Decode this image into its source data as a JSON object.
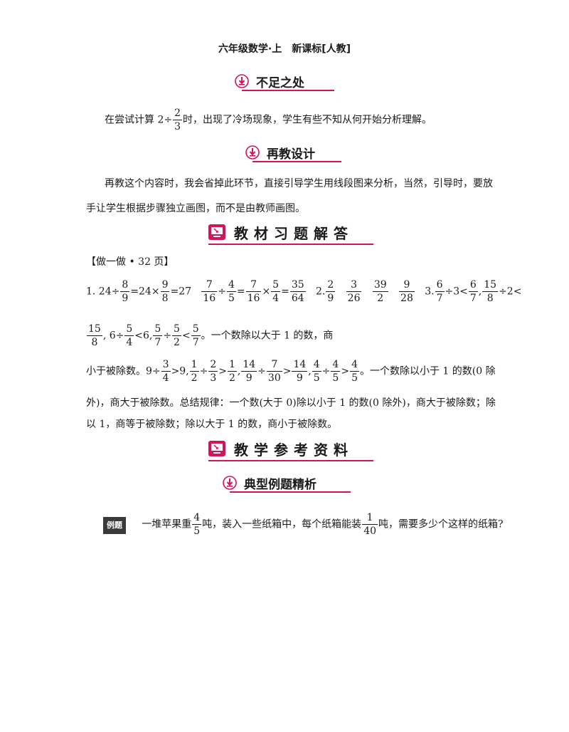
{
  "header": {
    "title": "六年级数学·上　新课标[人教]"
  },
  "sections": {
    "shortcoming": {
      "title": "不足之处"
    },
    "reteach": {
      "title": "再教设计"
    },
    "answers": {
      "title": "教材习题解答"
    },
    "reference": {
      "title": "教学参考资料"
    },
    "example_analysis": {
      "title": "典型例题精析"
    }
  },
  "shortcoming_text": {
    "before": "在尝试计算 2÷",
    "frac_n": "2",
    "frac_d": "3",
    "after": "时，出现了冷场现象，学生有些不知从何开始分析理解。"
  },
  "reteach_text": {
    "line1": "再教这个内容时，我会省掉此环节，直接引导学生用线段图来分析，当然，引导时，要放",
    "line2": "手让学生根据步骤独立画图，而不是由教师画图。"
  },
  "answers": {
    "label": "【做一做 • 32 页】",
    "l1": {
      "p1": "1. 24÷",
      "f1n": "8",
      "f1d": "9",
      "p2": "=24×",
      "f2n": "9",
      "f2d": "8",
      "p3": "=27",
      "f3n": "7",
      "f3d": "16",
      "p4": "÷",
      "f4n": "4",
      "f4d": "5",
      "p5": "=",
      "f5n": "7",
      "f5d": "16",
      "p6": "×",
      "f6n": "5",
      "f6d": "4",
      "p7": "=",
      "f7n": "35",
      "f7d": "64",
      "p8": "2.",
      "f8n": "2",
      "f8d": "9",
      "f9n": "3",
      "f9d": "26",
      "f10n": "39",
      "f10d": "2",
      "f11n": "9",
      "f11d": "28",
      "p9": "3.",
      "f12n": "6",
      "f12d": "7",
      "p10": "÷3<",
      "f13n": "6",
      "f13d": "7",
      "p11": ",",
      "f14n": "15",
      "f14d": "8",
      "p12": "÷2<"
    },
    "l2": {
      "f1n": "15",
      "f1d": "8",
      "p1": ", 6÷",
      "f2n": "5",
      "f2d": "4",
      "p2": "<6,",
      "f3n": "5",
      "f3d": "7",
      "p3": "÷",
      "f4n": "5",
      "f4d": "2",
      "p4": "<",
      "f5n": "5",
      "f5d": "7",
      "p5": "。一个数除以大于 1 的数，商"
    },
    "l3": {
      "p1": "小于被除数。9÷",
      "f1n": "3",
      "f1d": "4",
      "p2": ">9,",
      "f2n": "1",
      "f2d": "2",
      "p3": "÷",
      "f3n": "2",
      "f3d": "3",
      "p4": ">",
      "f4n": "1",
      "f4d": "2",
      "p5": ",",
      "f5n": "14",
      "f5d": "9",
      "p6": "÷",
      "f6n": "7",
      "f6d": "30",
      "p7": ">",
      "f7n": "14",
      "f7d": "9",
      "p8": ",",
      "f8n": "4",
      "f8d": "5",
      "p9": "÷",
      "f9n": "4",
      "f9d": "5",
      "p10": ">",
      "f10n": "4",
      "f10d": "5",
      "p11": "。一个数除以小于 1 的数(0 除"
    },
    "l4": "外)，商大于被除数。总结规律：一个数(大于 0)除以小于 1 的数(0 除外)，商大于被除数；除",
    "l5": "以 1，商等于被除数；除以大于 1 的数，商小于被除数。"
  },
  "example": {
    "badge": "例题",
    "p1": "一堆苹果重",
    "f1n": "4",
    "f1d": "5",
    "p2": "吨，装入一些纸箱中，每个纸箱能装",
    "f2n": "1",
    "f2d": "40",
    "p3": "吨，需要多少个这样的纸箱?"
  },
  "icon_names": [
    "down-arrow-circle-icon",
    "monitor-icon"
  ],
  "colors": {
    "accent": "#d4145a"
  }
}
